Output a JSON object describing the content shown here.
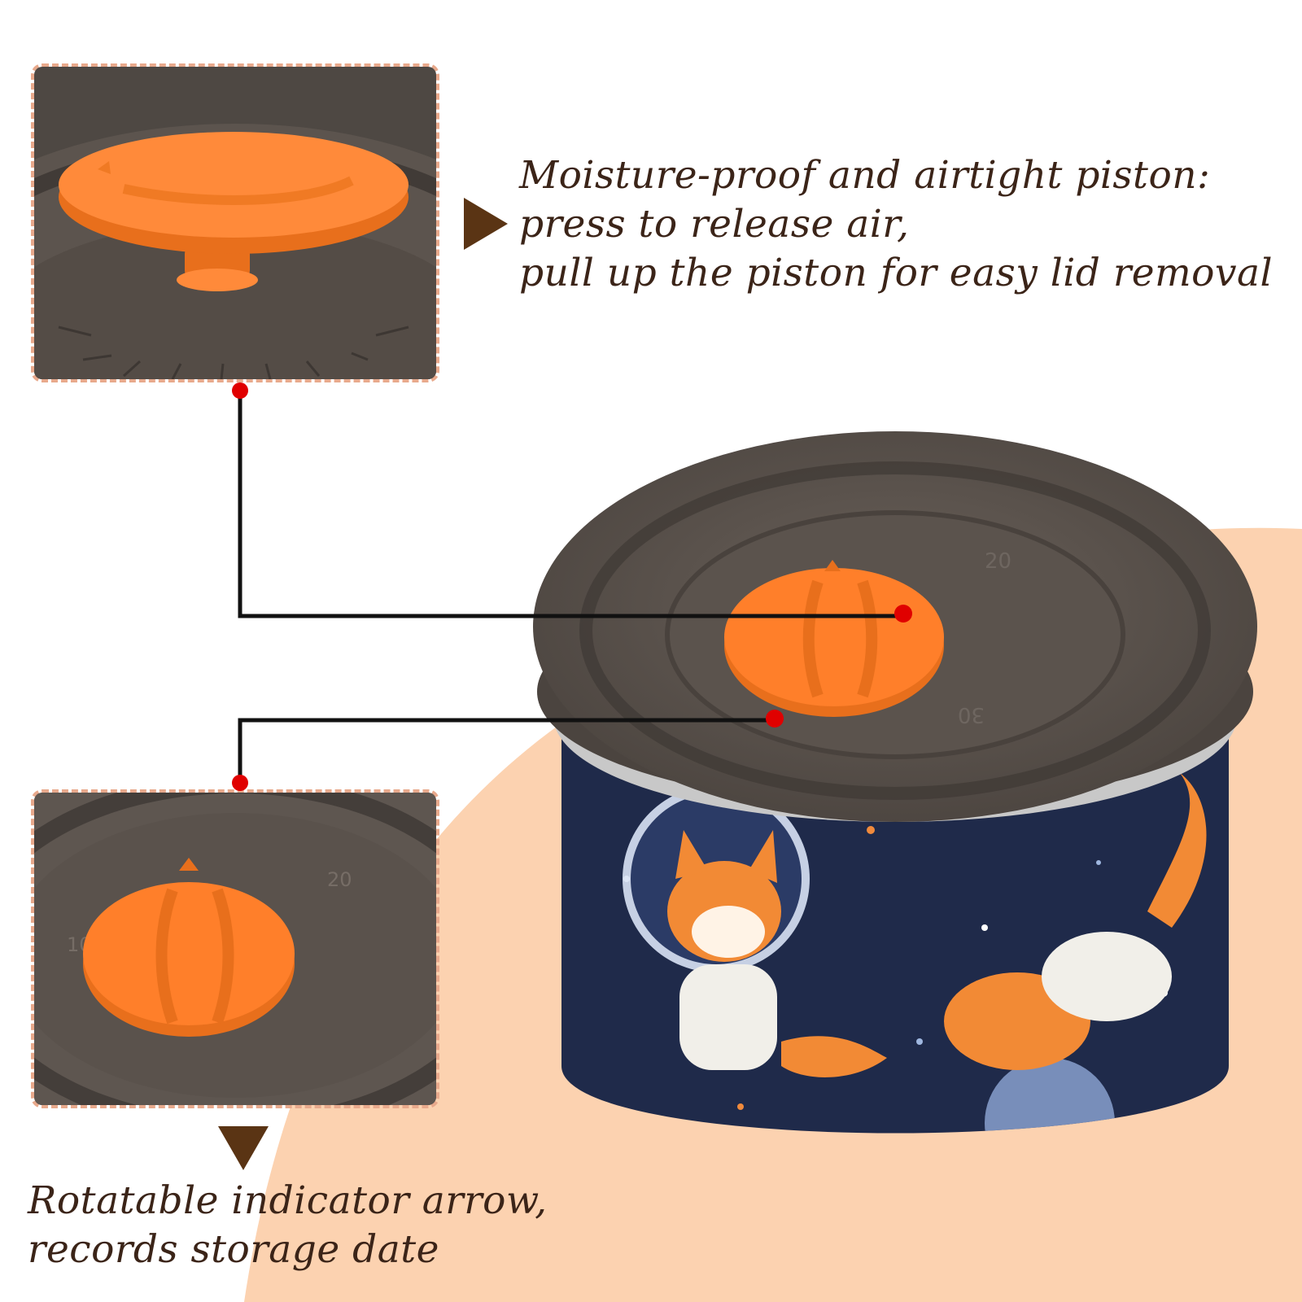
{
  "captions": {
    "piston": [
      "Moisture-proof and airtight piston:",
      "press to release air,",
      "pull up the piston for easy lid removal"
    ],
    "indicator": [
      "Rotatable indicator arrow,",
      "records storage date"
    ]
  },
  "lid_markings": {
    "numbers": [
      "20",
      "30",
      "10"
    ]
  },
  "colors": {
    "background_accent": "#fcd2b0",
    "piston_orange": "#ff7f2a",
    "lid_gray": "#5a524c",
    "container_navy": "#1f2a4a",
    "arrow_brown": "#5a3414",
    "inset_border": "#e8a98c",
    "callout_dot": "#e00000"
  },
  "icons": {
    "callout_arrow_right": "triangle-right-icon",
    "callout_arrow_down": "triangle-down-icon"
  }
}
